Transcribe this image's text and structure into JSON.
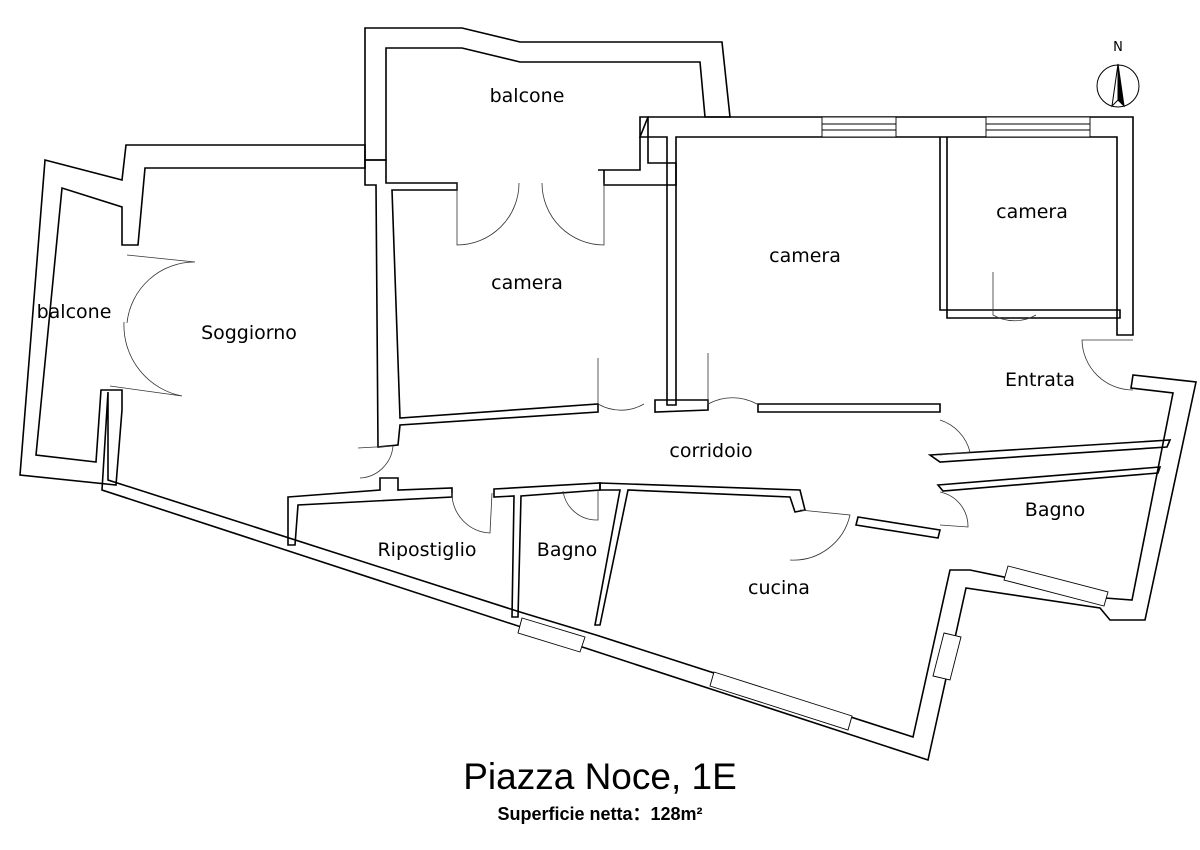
{
  "title": "Piazza Noce, 1E",
  "surface": {
    "label": "Superficie netta：",
    "value": "128m²"
  },
  "compass": {
    "label": "N"
  },
  "rooms": [
    {
      "id": "balcone_top",
      "label": "balcone"
    },
    {
      "id": "balcone_left",
      "label": "balcone"
    },
    {
      "id": "soggiorno",
      "label": "Soggiorno"
    },
    {
      "id": "camera_1",
      "label": "camera"
    },
    {
      "id": "camera_2",
      "label": "camera"
    },
    {
      "id": "camera_3",
      "label": "camera"
    },
    {
      "id": "entrata",
      "label": "Entrata"
    },
    {
      "id": "corridoio",
      "label": "corridoio"
    },
    {
      "id": "ripostiglio",
      "label": "Ripostiglio"
    },
    {
      "id": "bagno_1",
      "label": "Bagno"
    },
    {
      "id": "bagno_2",
      "label": "Bagno"
    },
    {
      "id": "cucina",
      "label": "cucina"
    }
  ]
}
